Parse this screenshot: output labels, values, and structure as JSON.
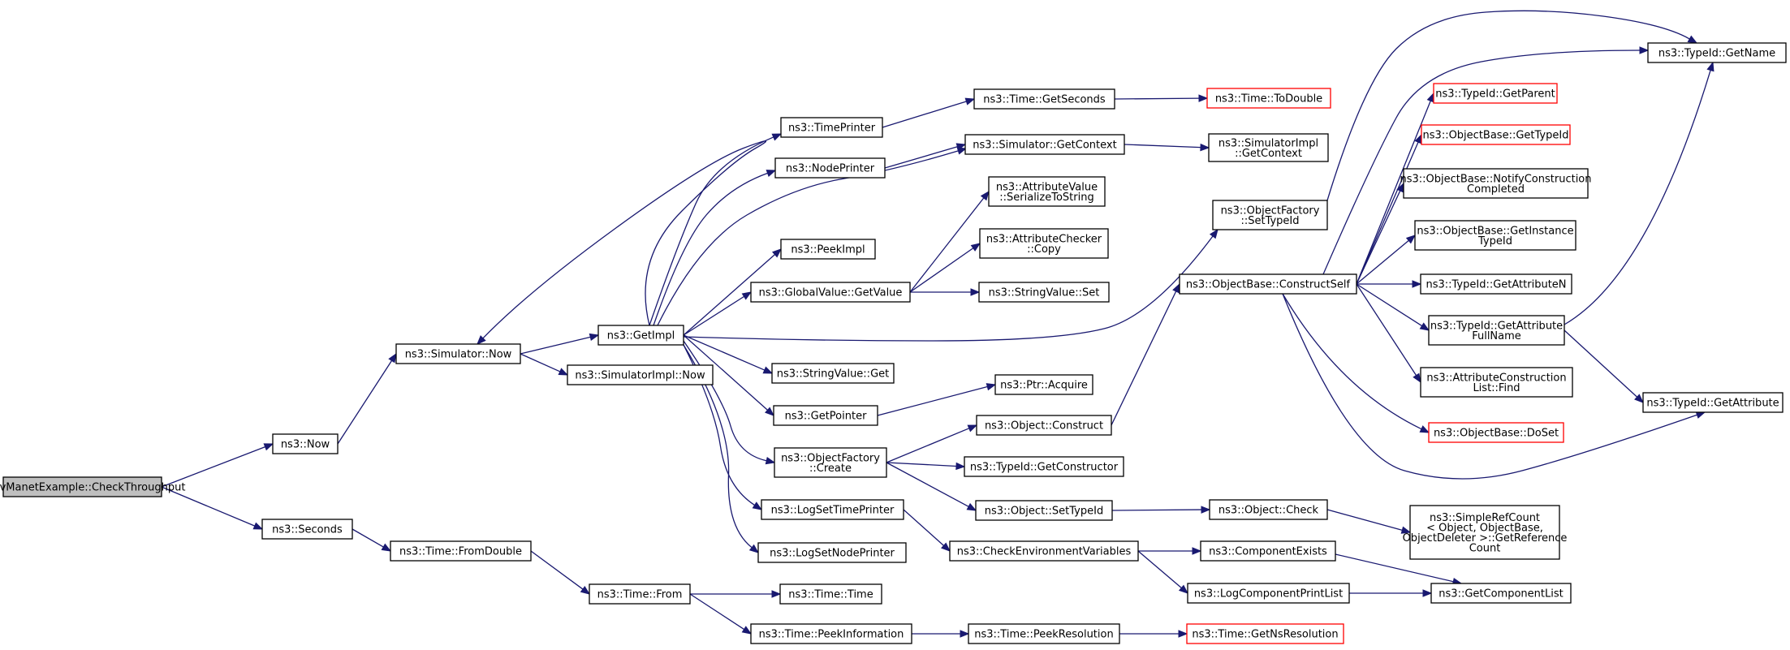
{
  "colors": {
    "edge": "#191970",
    "node_border": "#000000",
    "undocumented_border": "#ff0000",
    "root_fill": "#bfbfbf",
    "node_fill": "#ffffff"
  },
  "nodes": [
    {
      "id": "root",
      "lines": [
        "DsdvManetExample::CheckThroughput"
      ],
      "style": "root"
    },
    {
      "id": "now",
      "lines": [
        "ns3::Now"
      ]
    },
    {
      "id": "seconds",
      "lines": [
        "ns3::Seconds"
      ]
    },
    {
      "id": "simnow",
      "lines": [
        "ns3::Simulator::Now"
      ]
    },
    {
      "id": "getimpl",
      "lines": [
        "ns3::GetImpl"
      ]
    },
    {
      "id": "simimplnow",
      "lines": [
        "ns3::SimulatorImpl::Now"
      ]
    },
    {
      "id": "timeprinter",
      "lines": [
        "ns3::TimePrinter"
      ]
    },
    {
      "id": "nodeprinter",
      "lines": [
        "ns3::NodePrinter"
      ]
    },
    {
      "id": "peekimpl",
      "lines": [
        "ns3::PeekImpl"
      ]
    },
    {
      "id": "gvgetvalue",
      "lines": [
        "ns3::GlobalValue::GetValue"
      ]
    },
    {
      "id": "svget",
      "lines": [
        "ns3::StringValue::Get"
      ]
    },
    {
      "id": "getpointer",
      "lines": [
        "ns3::GetPointer"
      ]
    },
    {
      "id": "ofcreate",
      "lines": [
        "ns3::ObjectFactory",
        "::Create"
      ]
    },
    {
      "id": "logsettime",
      "lines": [
        "ns3::LogSetTimePrinter"
      ]
    },
    {
      "id": "logsetnode",
      "lines": [
        "ns3::LogSetNodePrinter"
      ]
    },
    {
      "id": "fromdouble",
      "lines": [
        "ns3::Time::FromDouble"
      ]
    },
    {
      "id": "timefrom",
      "lines": [
        "ns3::Time::From"
      ]
    },
    {
      "id": "timetime",
      "lines": [
        "ns3::Time::Time"
      ]
    },
    {
      "id": "peekinfo",
      "lines": [
        "ns3::Time::PeekInformation"
      ]
    },
    {
      "id": "getseconds",
      "lines": [
        "ns3::Time::GetSeconds"
      ]
    },
    {
      "id": "todouble",
      "lines": [
        "ns3::Time::ToDouble"
      ],
      "style": "undoc"
    },
    {
      "id": "simgetctx",
      "lines": [
        "ns3::Simulator::GetContext"
      ]
    },
    {
      "id": "simimplgetctx",
      "lines": [
        "ns3::SimulatorImpl",
        "::GetContext"
      ]
    },
    {
      "id": "avser",
      "lines": [
        "ns3::AttributeValue",
        "::SerializeToString"
      ]
    },
    {
      "id": "accopy",
      "lines": [
        "ns3::AttributeChecker",
        "::Copy"
      ]
    },
    {
      "id": "svset",
      "lines": [
        "ns3::StringValue::Set"
      ]
    },
    {
      "id": "ptracquire",
      "lines": [
        "ns3::Ptr::Acquire"
      ]
    },
    {
      "id": "objconstruct",
      "lines": [
        "ns3::Object::Construct"
      ]
    },
    {
      "id": "tidgetctor",
      "lines": [
        "ns3::TypeId::GetConstructor"
      ]
    },
    {
      "id": "objsettypeid",
      "lines": [
        "ns3::Object::SetTypeId"
      ]
    },
    {
      "id": "checkenv",
      "lines": [
        "ns3::CheckEnvironmentVariables"
      ]
    },
    {
      "id": "timepeekres",
      "lines": [
        "ns3::Time::PeekResolution"
      ]
    },
    {
      "id": "getnsres",
      "lines": [
        "ns3::Time::GetNsResolution"
      ],
      "style": "undoc"
    },
    {
      "id": "ofsettypeid",
      "lines": [
        "ns3::ObjectFactory",
        "::SetTypeId"
      ]
    },
    {
      "id": "constructself",
      "lines": [
        "ns3::ObjectBase::ConstructSelf"
      ]
    },
    {
      "id": "objcheck",
      "lines": [
        "ns3::Object::Check"
      ]
    },
    {
      "id": "compexists",
      "lines": [
        "ns3::ComponentExists"
      ]
    },
    {
      "id": "logcompprint",
      "lines": [
        "ns3::LogComponentPrintList"
      ]
    },
    {
      "id": "tidgetname",
      "lines": [
        "ns3::TypeId::GetName"
      ]
    },
    {
      "id": "tidgetparent",
      "lines": [
        "ns3::TypeId::GetParent"
      ],
      "style": "undoc"
    },
    {
      "id": "obgettypeid",
      "lines": [
        "ns3::ObjectBase::GetTypeId"
      ],
      "style": "undoc"
    },
    {
      "id": "obnotify",
      "lines": [
        "ns3::ObjectBase::NotifyConstruction",
        "Completed"
      ]
    },
    {
      "id": "obgetinst",
      "lines": [
        "ns3::ObjectBase::GetInstance",
        "TypeId"
      ]
    },
    {
      "id": "tidgetattrn",
      "lines": [
        "ns3::TypeId::GetAttributeN"
      ]
    },
    {
      "id": "tidgetattrfull",
      "lines": [
        "ns3::TypeId::GetAttribute",
        "FullName"
      ]
    },
    {
      "id": "acfind",
      "lines": [
        "ns3::AttributeConstruction",
        "List::Find"
      ]
    },
    {
      "id": "obdoset",
      "lines": [
        "ns3::ObjectBase::DoSet"
      ],
      "style": "undoc"
    },
    {
      "id": "srcgetref",
      "lines": [
        "ns3::SimpleRefCount",
        "< Object, ObjectBase,",
        "ObjectDeleter >::GetReference",
        "Count"
      ]
    },
    {
      "id": "getcomplist",
      "lines": [
        "ns3::GetComponentList"
      ]
    },
    {
      "id": "tidgetattr",
      "lines": [
        "ns3::TypeId::GetAttribute"
      ]
    }
  ],
  "edges": [
    [
      "root",
      "now"
    ],
    [
      "root",
      "seconds"
    ],
    [
      "now",
      "simnow"
    ],
    [
      "simnow",
      "getimpl"
    ],
    [
      "simnow",
      "simimplnow"
    ],
    [
      "getimpl",
      "simnow"
    ],
    [
      "getimpl",
      "timeprinter"
    ],
    [
      "getimpl",
      "nodeprinter"
    ],
    [
      "getimpl",
      "peekimpl"
    ],
    [
      "getimpl",
      "gvgetvalue"
    ],
    [
      "getimpl",
      "svget"
    ],
    [
      "getimpl",
      "getpointer"
    ],
    [
      "getimpl",
      "ofcreate"
    ],
    [
      "getimpl",
      "logsettime"
    ],
    [
      "getimpl",
      "logsetnode"
    ],
    [
      "getimpl",
      "ofsettypeid"
    ],
    [
      "getimpl",
      "simgetctx"
    ],
    [
      "seconds",
      "fromdouble"
    ],
    [
      "fromdouble",
      "timefrom"
    ],
    [
      "timefrom",
      "timetime"
    ],
    [
      "timefrom",
      "peekinfo"
    ],
    [
      "peekinfo",
      "timepeekres"
    ],
    [
      "timepeekres",
      "getnsres"
    ],
    [
      "timeprinter",
      "getseconds"
    ],
    [
      "getseconds",
      "todouble"
    ],
    [
      "nodeprinter",
      "simgetctx"
    ],
    [
      "simgetctx",
      "simimplgetctx"
    ],
    [
      "gvgetvalue",
      "avser"
    ],
    [
      "gvgetvalue",
      "accopy"
    ],
    [
      "gvgetvalue",
      "svset"
    ],
    [
      "getpointer",
      "ptracquire"
    ],
    [
      "ofcreate",
      "objconstruct"
    ],
    [
      "ofcreate",
      "tidgetctor"
    ],
    [
      "ofcreate",
      "objsettypeid"
    ],
    [
      "objconstruct",
      "constructself"
    ],
    [
      "objsettypeid",
      "objcheck"
    ],
    [
      "objcheck",
      "srcgetref"
    ],
    [
      "logsettime",
      "checkenv"
    ],
    [
      "checkenv",
      "compexists"
    ],
    [
      "checkenv",
      "logcompprint"
    ],
    [
      "compexists",
      "getcomplist"
    ],
    [
      "logcompprint",
      "getcomplist"
    ],
    [
      "ofsettypeid",
      "tidgetname"
    ],
    [
      "constructself",
      "tidgetname"
    ],
    [
      "constructself",
      "tidgetparent"
    ],
    [
      "constructself",
      "obgettypeid"
    ],
    [
      "constructself",
      "obnotify"
    ],
    [
      "constructself",
      "obgetinst"
    ],
    [
      "constructself",
      "tidgetattrn"
    ],
    [
      "constructself",
      "tidgetattrfull"
    ],
    [
      "constructself",
      "acfind"
    ],
    [
      "constructself",
      "obdoset"
    ],
    [
      "constructself",
      "tidgetattr"
    ],
    [
      "tidgetattrfull",
      "tidgetname"
    ],
    [
      "tidgetattrfull",
      "tidgetattr"
    ]
  ]
}
